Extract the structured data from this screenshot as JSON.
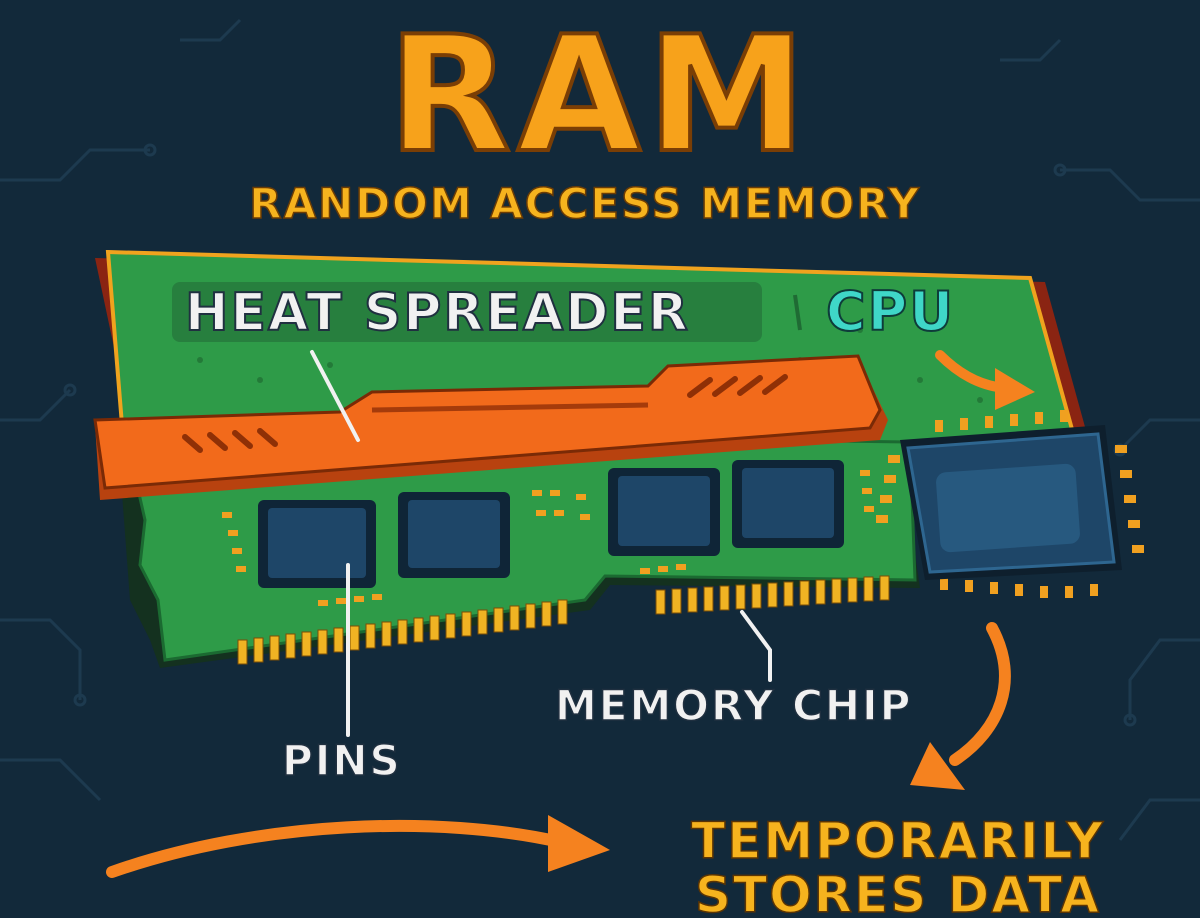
{
  "title": "RAM",
  "subtitle": "RANDOM ACCESS MEMORY",
  "labels": {
    "heat_spreader": "HEAT SPREADER",
    "cpu": "CPU",
    "memory_chip": "MEMORY CHIP",
    "pins": "PINS",
    "caption_line1": "TEMPORARILY",
    "caption_line2": "STORES DATA"
  },
  "colors": {
    "background": "#12293a",
    "title": "#f7a21b",
    "subtitle": "#f6b31e",
    "board": "#2e9b48",
    "heat_spreader": "#f26a1b",
    "chip": "#1e4668",
    "pins": "#f0b323",
    "cpu_label": "#3fd7c8",
    "label_white": "#f1f1f1",
    "arrow": "#f5821f"
  }
}
